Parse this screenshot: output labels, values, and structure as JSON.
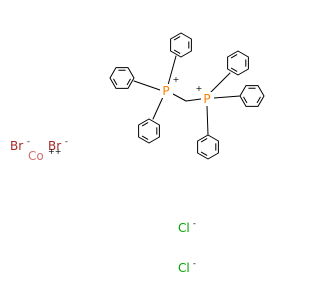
{
  "molecule": {
    "colors": {
      "bond": "#000000",
      "phosphorus": "#ff8000",
      "bromine": "#a52a2a",
      "chlorine": "#00a000",
      "cobalt": "#d07070"
    },
    "atoms": [
      {
        "id": "p1",
        "element": "P",
        "charge": "+"
      },
      {
        "id": "p2",
        "element": "P",
        "charge": "+"
      },
      {
        "id": "br1",
        "element": "Br",
        "charge": "-"
      },
      {
        "id": "br2",
        "element": "Br",
        "charge": "-"
      },
      {
        "id": "co",
        "element": "Co",
        "charge": "++"
      },
      {
        "id": "cl1",
        "element": "Cl",
        "charge": "-"
      },
      {
        "id": "cl2",
        "element": "Cl",
        "charge": "-"
      }
    ]
  }
}
